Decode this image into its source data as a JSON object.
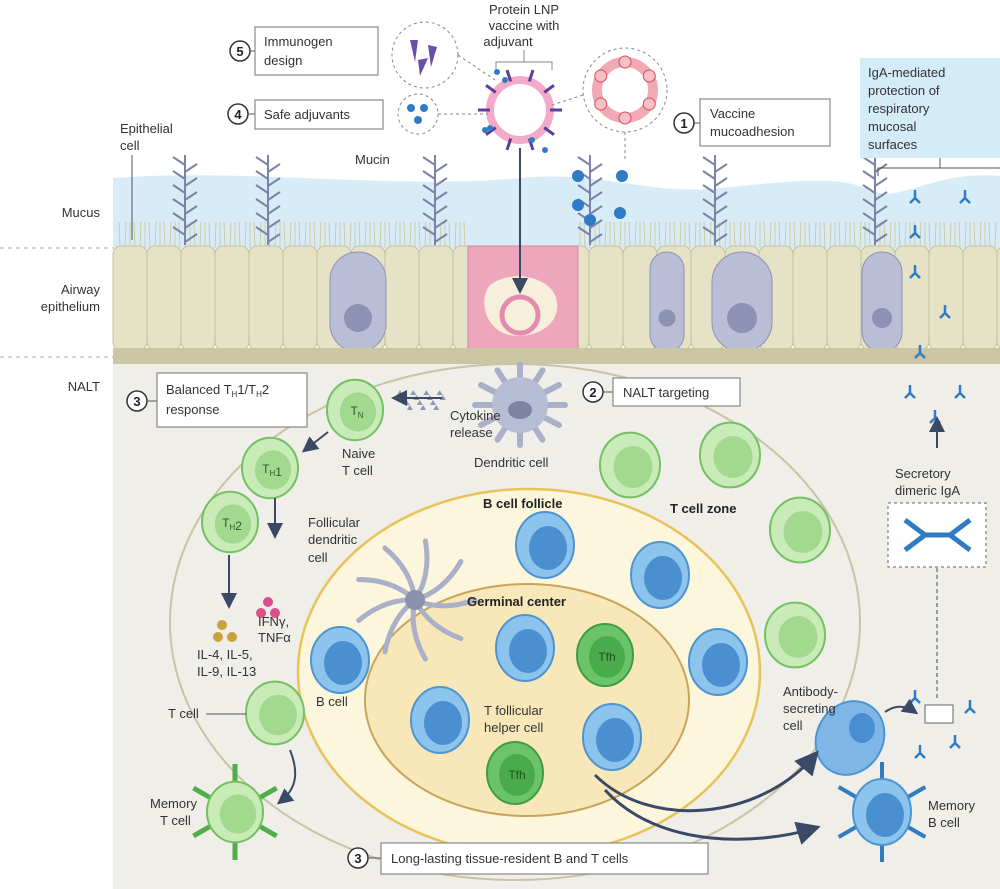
{
  "left_labels": {
    "mucus": "Mucus",
    "airway_1": "Airway",
    "airway_2": "epithelium",
    "nalt": "NALT"
  },
  "top": {
    "lnp_1": "Protein LNP",
    "lnp_2": "vaccine with",
    "lnp_3": "adjuvant",
    "epithelial_1": "Epithelial",
    "epithelial_2": "cell",
    "mucin": "Mucin"
  },
  "steps": {
    "immunogen": {
      "num": "5",
      "line1": "Immunogen",
      "line2": "design"
    },
    "adjuvants": {
      "num": "4",
      "line1": "Safe adjuvants"
    },
    "mucoadhesion": {
      "num": "1",
      "line1": "Vaccine",
      "line2": "mucoadhesion"
    },
    "nalt": {
      "num": "2",
      "line1": "NALT targeting"
    },
    "balanced": {
      "num": "3",
      "a": "Balanced T",
      "b": "H",
      "c": "1/T",
      "d": "H",
      "e": "2",
      "line2": "response"
    },
    "longlasting": {
      "num": "3",
      "line1": "Long-lasting tissue-resident B and T cells"
    }
  },
  "iga_box": {
    "lines": [
      "IgA-mediated",
      "protection of",
      "respiratory",
      "mucosal",
      "surfaces"
    ],
    "color": "#d4ebf8"
  },
  "cells": {
    "tn": {
      "main": "T",
      "sub": "N"
    },
    "th1": {
      "main": "T",
      "sub": "H",
      "tail": "1"
    },
    "th2": {
      "main": "T",
      "sub": "H",
      "tail": "2"
    },
    "tfh": "Tfh"
  },
  "labels": {
    "cytokine_1": "Cytokine",
    "cytokine_2": "release",
    "naive_1": "Naive",
    "naive_2": "T cell",
    "dendritic": "Dendritic cell",
    "b_follicle": "B cell follicle",
    "t_zone": "T cell zone",
    "fdc_1": "Follicular",
    "fdc_2": "dendritic",
    "fdc_3": "cell",
    "germinal": "Germinal center",
    "ifn_1": "IFNγ,",
    "ifn_2": "TNFα",
    "il_1": "IL-4, IL-5,",
    "il_2": "IL-9, IL-13",
    "b_cell": "B cell",
    "t_cell": "T cell",
    "tfh_1": "T follicular",
    "tfh_2": "helper cell",
    "memory_t_1": "Memory",
    "memory_t_2": "T cell",
    "asc_1": "Antibody-",
    "asc_2": "secreting",
    "asc_3": "cell",
    "memory_b_1": "Memory",
    "memory_b_2": "B cell",
    "siga_1": "Secretory",
    "siga_2": "dimeric IgA"
  }
}
